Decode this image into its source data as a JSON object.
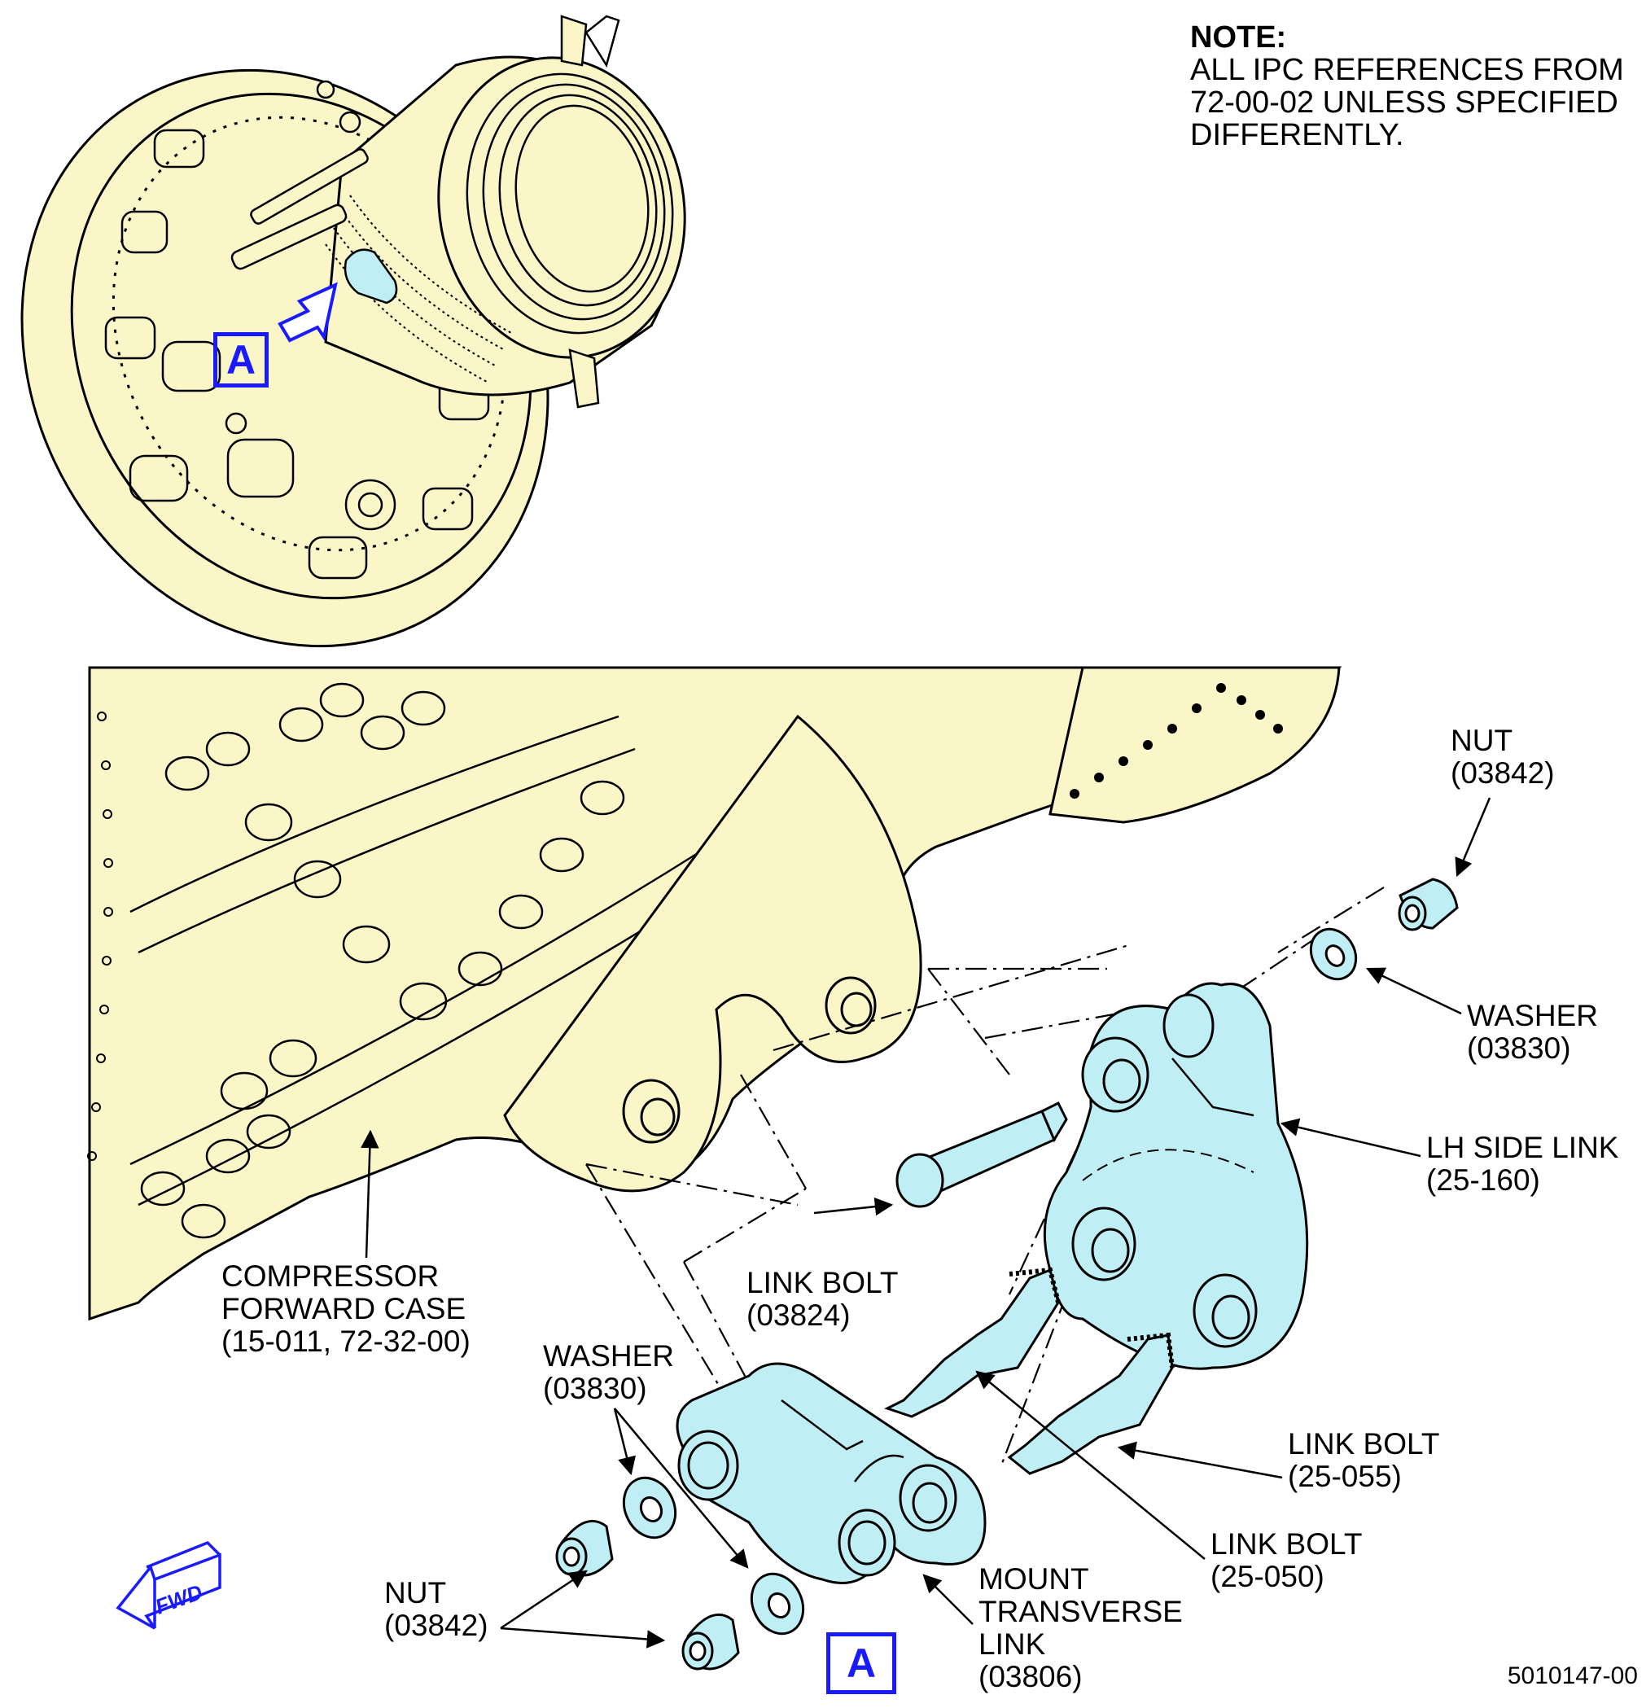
{
  "note": {
    "title": "NOTE:",
    "text": "ALL IPC REFERENCES FROM\n72-00-02 UNLESS SPECIFIED\nDIFFERENTLY."
  },
  "view_label": "A",
  "fwd_label": "FWD",
  "figure_number": "5010147-00",
  "callouts": {
    "nut_top": "NUT\n(03842)",
    "washer_right": "WASHER\n(03830)",
    "lh_side_link": "LH SIDE LINK\n(25-160)",
    "compressor_case": "COMPRESSOR\nFORWARD CASE\n(15-011, 72-32-00)",
    "link_bolt_03824": "LINK BOLT\n(03824)",
    "washer_left": "WASHER\n(03830)",
    "link_bolt_25055": "LINK BOLT\n(25-055)",
    "link_bolt_25050": "LINK BOLT\n(25-050)",
    "nut_bottom": "NUT\n(03842)",
    "mount_transverse_link": "MOUNT\nTRANSVERSE\nLINK\n(03806)"
  },
  "colors": {
    "engine_fill": "#fbf6c8",
    "part_fill": "#bfeff5",
    "callout_blue": "#1a1aff",
    "line": "#000000"
  }
}
